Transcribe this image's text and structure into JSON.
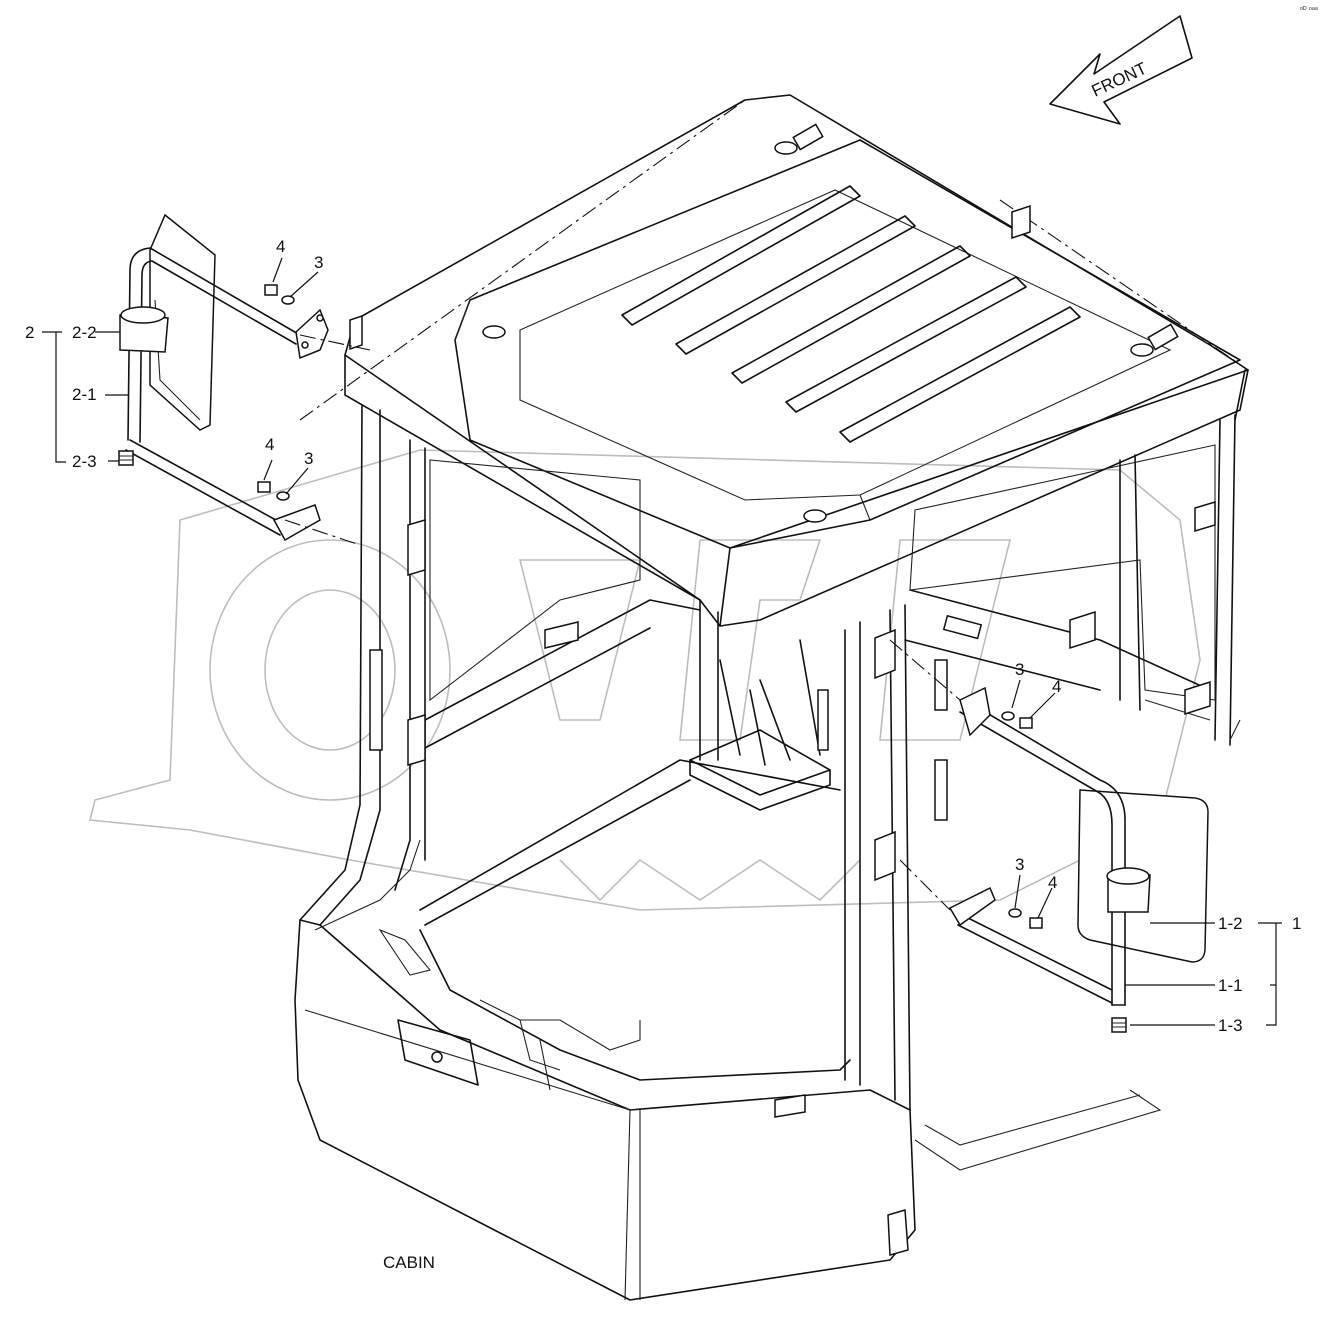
{
  "diagram": {
    "front_label": "FRONT",
    "caption": "CABIN",
    "corner_text": "ᵒᴰ ᵒᵃᵃ",
    "callouts_left": {
      "asm": "2",
      "bracket": "2-2",
      "arm": "2-1",
      "cap": "2-3",
      "washer_top": "3",
      "bolt_top": "4",
      "washer_bot": "3",
      "bolt_bot": "4"
    },
    "callouts_right": {
      "asm": "1",
      "bracket": "1-2",
      "arm": "1-1",
      "cap": "1-3",
      "washer_top": "3",
      "bolt_top": "4",
      "washer_bot": "3",
      "bolt_bot": "4"
    }
  }
}
